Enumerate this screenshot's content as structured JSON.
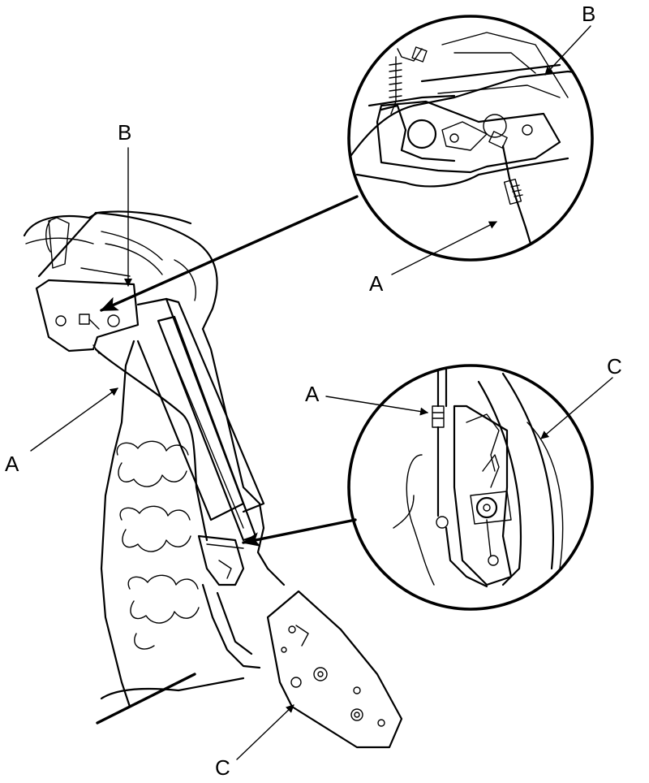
{
  "callouts": {
    "a_main": "A",
    "b_main": "B",
    "c_main": "C",
    "a_upper_detail": "A",
    "b_upper_detail": "B",
    "a_lower_detail": "A",
    "c_lower_detail": "C"
  }
}
